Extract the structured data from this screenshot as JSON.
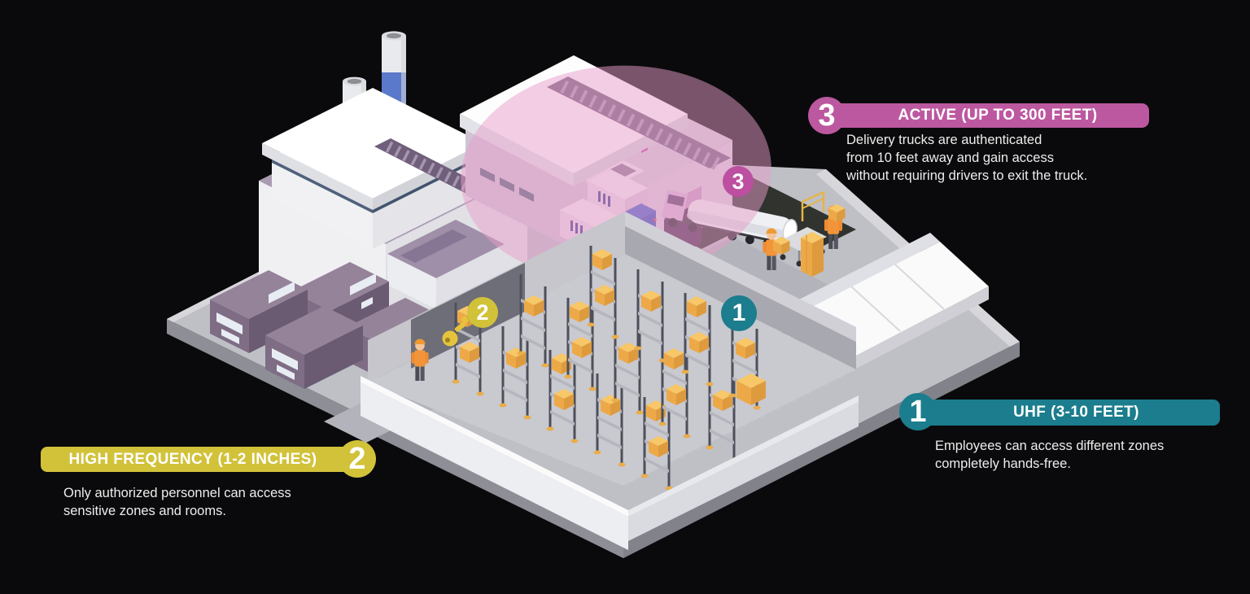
{
  "callouts": {
    "active": {
      "number": "3",
      "title": "ACTIVE (UP TO 300 FEET)",
      "color": "#bc58a0",
      "lines": [
        "Delivery trucks are authenticated",
        "from 10 feet away and gain access",
        "without requiring drivers to exit the truck."
      ]
    },
    "hf": {
      "number": "2",
      "title": "HIGH FREQUENCY (1-2 INCHES)",
      "color": "#d1c23a",
      "lines": [
        "Only authorized personnel can access",
        "sensitive zones and rooms."
      ]
    },
    "uhf": {
      "number": "1",
      "title": "UHF (3-10 FEET)",
      "color": "#1b7d8d",
      "lines": [
        "Employees can access different zones",
        "completely hands-free."
      ]
    }
  }
}
